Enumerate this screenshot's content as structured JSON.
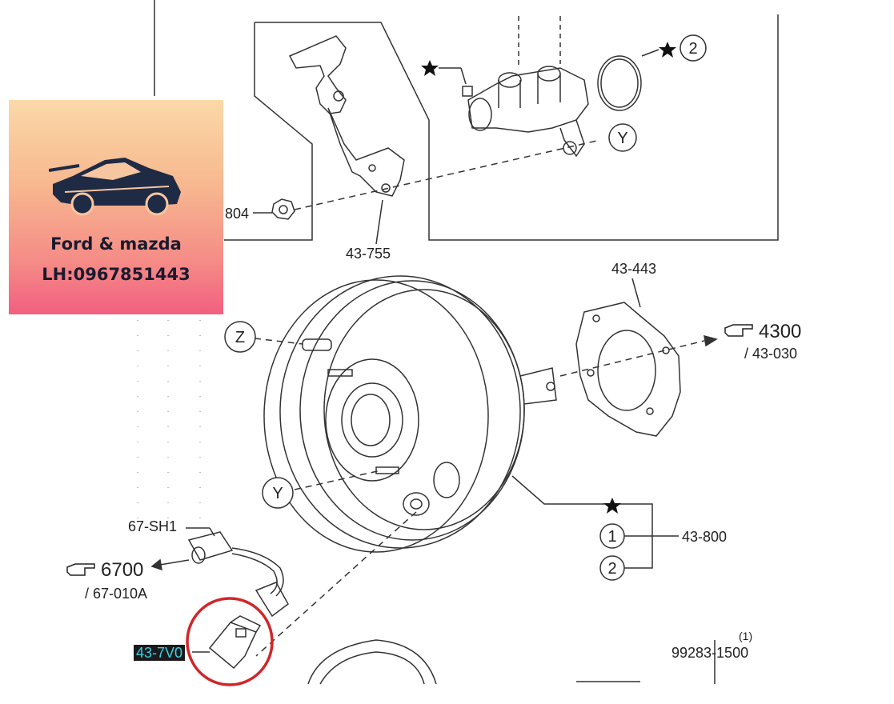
{
  "callouts": {
    "bracket": "43-755",
    "bolt": "804",
    "gasket": "43-443",
    "ref_4300": "4300",
    "ref_4300_sub": "/ 43-030",
    "booster": "43-800",
    "harness": "67-SH1",
    "ref_6700": "6700",
    "ref_6700_sub": "/ 67-010A",
    "sensor": "43-7V0",
    "kit": "99283-1500",
    "kit_qty": "(1)"
  },
  "markers": {
    "z": "Z",
    "y_top": "Y",
    "y_mid": "Y",
    "two_top": "2",
    "one": "1",
    "two": "2"
  },
  "badge": {
    "brand": "Ford & mazda",
    "phone": "LH:0967851443"
  },
  "colors": {
    "highlight_circle": "#d0262a",
    "label_highlight_bg": "#1a1a1a",
    "label_highlight_text": "#3ad0e8"
  },
  "icons": [
    "car-logo-icon",
    "pointing-hand-icon",
    "star-icon"
  ]
}
